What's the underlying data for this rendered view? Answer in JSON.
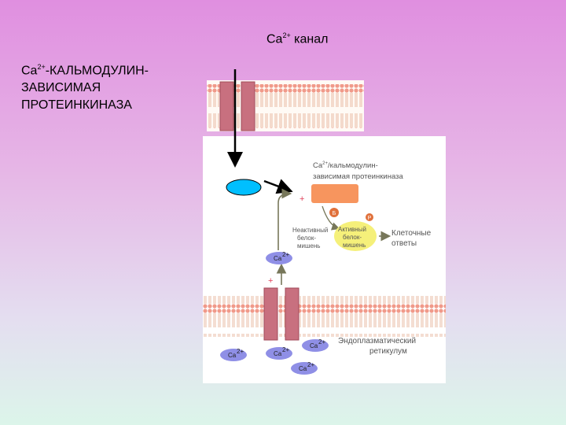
{
  "title": {
    "prefix": "Ca",
    "sup": "2+",
    "suffix": " канал"
  },
  "heading": {
    "prefix": "Ca",
    "sup": "2+",
    "line1": "-КАЛЬМОДУЛИН-",
    "line2": "ЗАВИСИМАЯ",
    "line3": "ПРОТЕИНКИНАЗА"
  },
  "diagram": {
    "kinase_label": {
      "line1a": "Ca",
      "line1sup": "2+",
      "line1b": "/кальмодулин-",
      "line2": "зависимая протеинкиназа"
    },
    "plus_signs": [
      "+",
      "+"
    ],
    "phospho_b": "Б",
    "phospho_p": "Р",
    "inactive_label": [
      "Неактивный",
      "белок-",
      "мишень"
    ],
    "active_label": [
      "Активный",
      "белок-",
      "мишень"
    ],
    "response_label": [
      "Клеточные",
      "ответы"
    ],
    "er_label": [
      "Эндоплазматический",
      "ретикулум"
    ],
    "ca_ion": "Ca",
    "ca_ion_sup": "2+"
  },
  "colors": {
    "channel": "#c8707f",
    "calmodulin": "#00bfff",
    "kinase": "#f7955e",
    "active_target": "#f5f07a",
    "ca_ion": "#8f8fe6",
    "arrow": "#77775a"
  }
}
